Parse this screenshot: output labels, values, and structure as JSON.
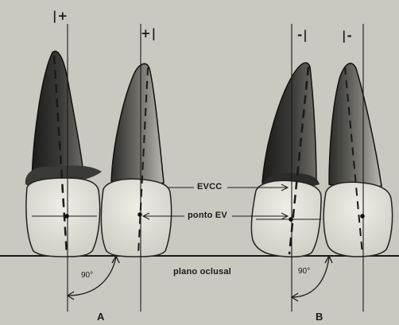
{
  "figure": {
    "colors": {
      "background": "#c9c8c1",
      "ink": "#1a1a1a",
      "crown": "#e4e2da",
      "root_dark": "#262624"
    },
    "labels": {
      "evcc": "EVCC",
      "ponto_ev": "ponto EV",
      "plano_oclusal": "plano oclusal",
      "angle_a": "90°",
      "angle_b": "90°",
      "panel_a": "A",
      "panel_b": "B"
    },
    "axis_marks": {
      "tooth_1": "|+",
      "tooth_2": "+|",
      "tooth_3": "-|",
      "tooth_4": "|-"
    }
  }
}
